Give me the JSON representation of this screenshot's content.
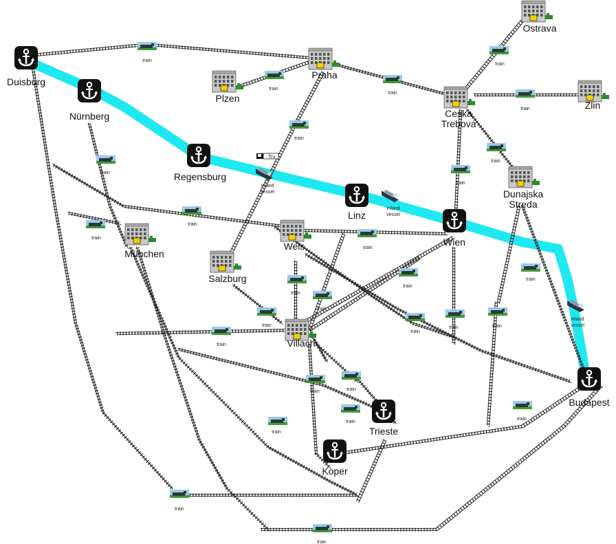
{
  "colors": {
    "river": "#1ee8f0",
    "anchor_bg": "#111111",
    "track": "#333333",
    "train_sky": "#9bc7f2",
    "train_grass": "#3f9a3a"
  },
  "ports": [
    {
      "label": "Duisburg",
      "icon": "anchor-icon"
    },
    {
      "label": "Nürnberg",
      "icon": "anchor-icon"
    },
    {
      "label": "Regensburg",
      "icon": "anchor-icon"
    },
    {
      "label": "Linz",
      "icon": "anchor-icon"
    },
    {
      "label": "Wien",
      "icon": "anchor-icon"
    },
    {
      "label": "Budapest",
      "icon": "anchor-icon"
    },
    {
      "label": "Trieste",
      "icon": "anchor-icon"
    },
    {
      "label": "Koper",
      "icon": "anchor-icon"
    }
  ],
  "stations": [
    {
      "label": "Praha",
      "icon": "station-icon"
    },
    {
      "label": "Plzen",
      "icon": "station-icon"
    },
    {
      "label": "Ostrava",
      "icon": "station-icon"
    },
    {
      "label": "Zlin",
      "icon": "station-icon"
    },
    {
      "label": "Ceska\nTrebova",
      "icon": "station-icon"
    },
    {
      "label": "Dunajska\nStreda",
      "icon": "station-icon"
    },
    {
      "label": "München",
      "icon": "station-icon"
    },
    {
      "label": "Wels",
      "icon": "station-icon"
    },
    {
      "label": "Salzburg",
      "icon": "station-icon"
    },
    {
      "label": "Villach",
      "icon": "station-icon"
    }
  ],
  "vehicle_label": "train",
  "vessel_label": "Inland\nvessel",
  "truck_label": "Tru"
}
